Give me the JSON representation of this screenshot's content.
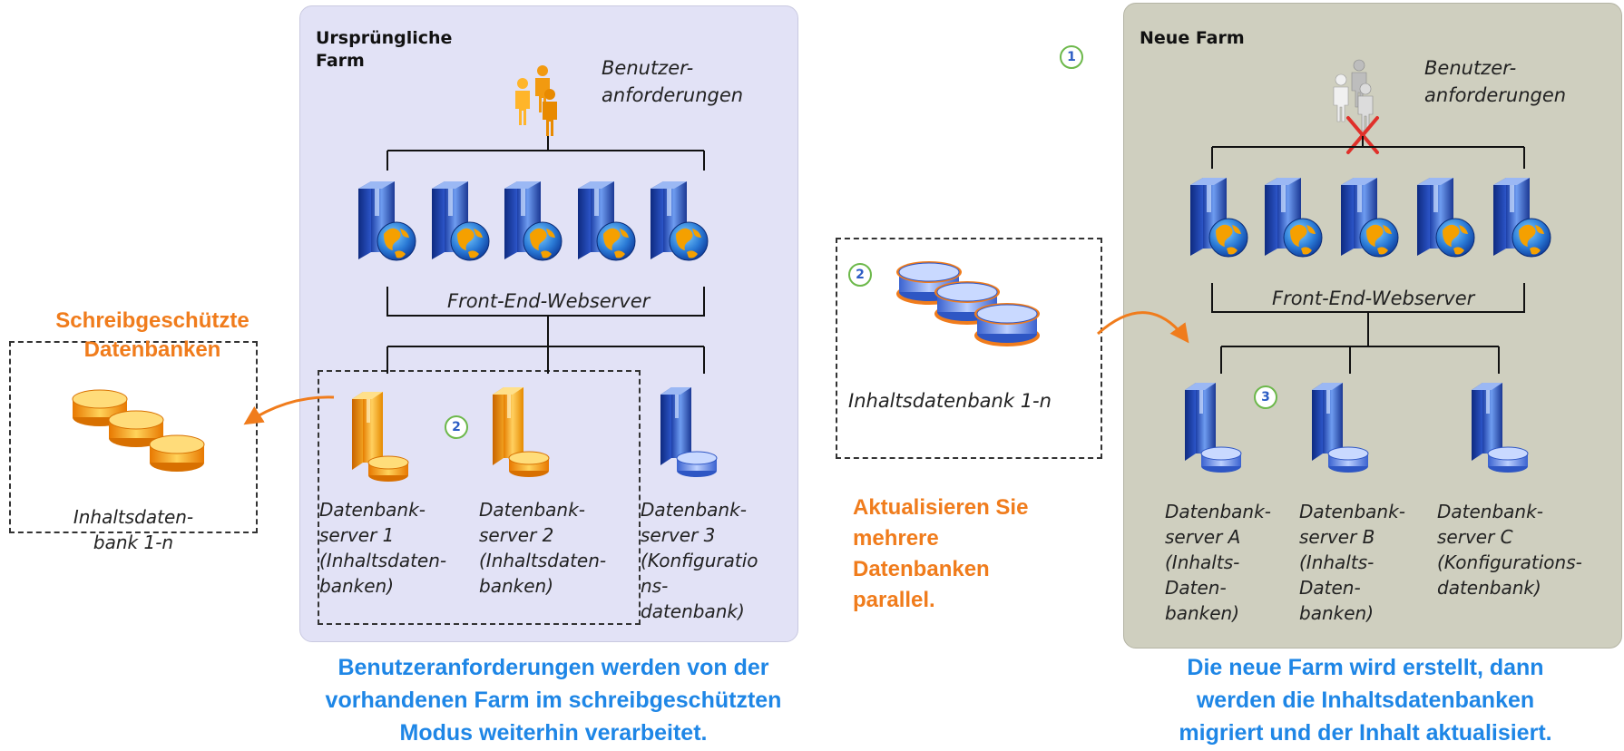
{
  "left_panel": {
    "title": "Ursprüngliche\nFarm",
    "requests_label": "Benutzer-\nanforderungen",
    "frontend_label": "Front-End-Webserver",
    "step_badge": "2",
    "db_servers": [
      {
        "label": "Datenbank-\nserver 1\n(Inhaltsdaten-\nbanken)"
      },
      {
        "label": "Datenbank-\nserver 2\n(Inhaltsdaten-\nbanken)"
      },
      {
        "label": "Datenbank-\nserver 3\n(Konfiguratio\nns-\ndatenbank)"
      }
    ]
  },
  "readonly_db": {
    "heading": "Schreibgeschützte\nDatenbanken",
    "label": "Inhaltsdaten-\nbank 1-n"
  },
  "middle": {
    "step_badge_top": "1",
    "step_badge": "2",
    "db_label": "Inhaltsdatenbank 1-n",
    "heading": "Aktualisieren Sie\nmehrere\nDatenbanken\nparallel."
  },
  "right_panel": {
    "title": "Neue Farm",
    "requests_label": "Benutzer-\nanforderungen",
    "frontend_label": "Front-End-Webserver",
    "step_badge": "3",
    "db_servers": [
      {
        "label": "Datenbank-\nserver A\n(Inhalts-\nDaten-\nbanken)"
      },
      {
        "label": "Datenbank-\nserver B\n(Inhalts-\nDaten-\nbanken)"
      },
      {
        "label": "Datenbank-\nserver C\n(Konfigurations-\ndatenbank)"
      }
    ]
  },
  "captions": {
    "left": "Benutzeranforderungen werden von der\nvorhandenen Farm im schreibgeschützten\nModus weiterhin verarbeitet.",
    "right": "Die neue Farm wird erstellt, dann\nwerden die Inhaltsdatenbanken\nmigriert und der Inhalt aktualisiert."
  },
  "colors": {
    "orange": "#f07c1c",
    "blue_caption": "#1e86e6",
    "left_panel_bg": "#e2e2f6",
    "right_panel_bg": "#cfcfbf",
    "badge_ring": "#6cb84a"
  },
  "icons": [
    "user-group-icon",
    "web-server-icon",
    "database-server-icon",
    "database-stack-icon",
    "disabled-cross-icon"
  ]
}
